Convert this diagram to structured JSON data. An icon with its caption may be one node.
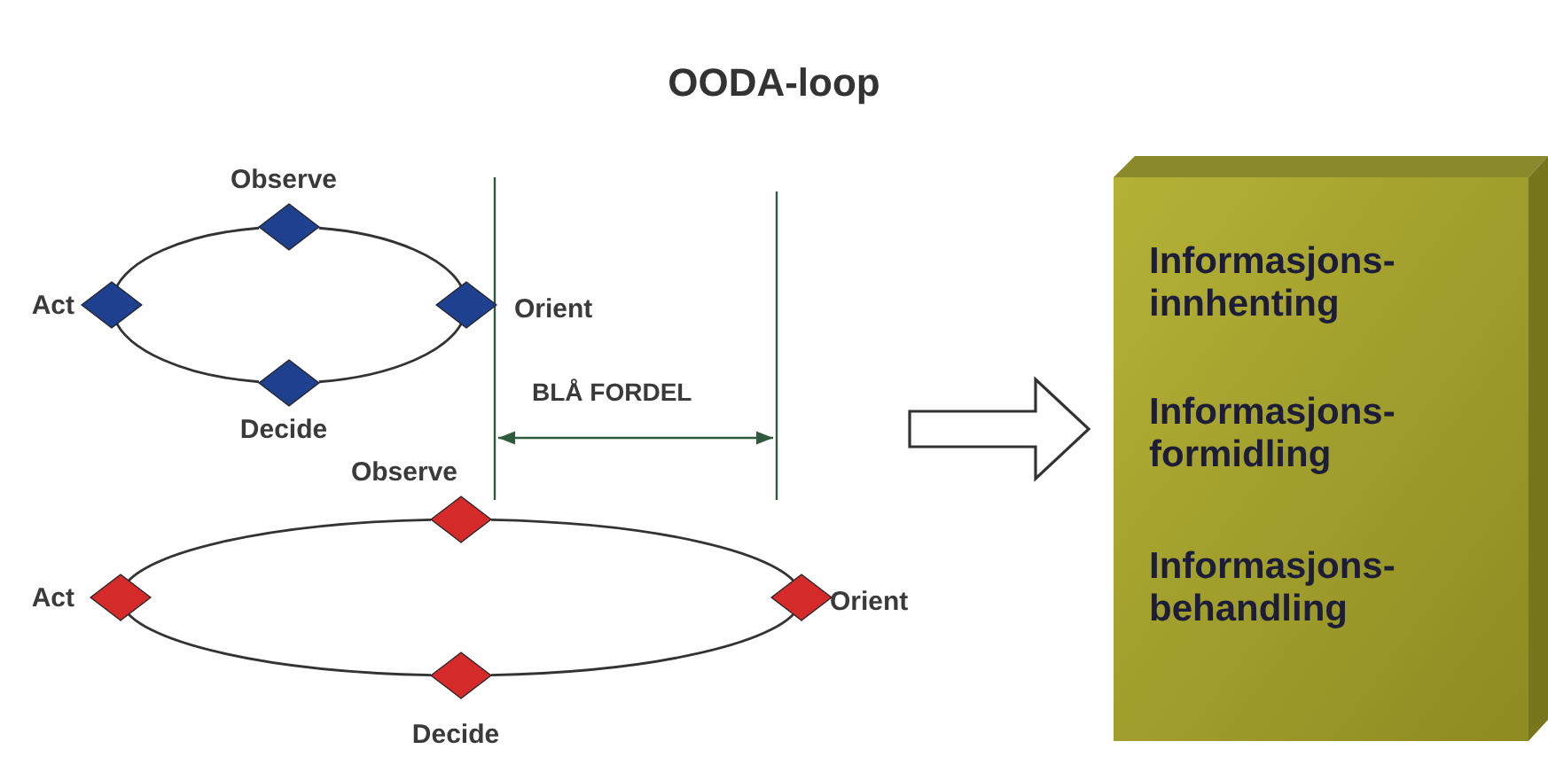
{
  "diagram": {
    "title": "OODA-loop",
    "nodes": [
      {
        "text": [],
        "shape": "diamond",
        "beside": [
          "Observe"
        ]
      },
      {
        "text": [],
        "shape": "diamond",
        "beside": [
          "Act"
        ]
      },
      {
        "text": [],
        "shape": "diamond",
        "beside": [
          "Orient"
        ]
      },
      {
        "text": [],
        "shape": "diamond",
        "beside": [
          "Decide"
        ]
      },
      {
        "text": [],
        "shape": "diamond",
        "beside": [
          "Observe"
        ]
      },
      {
        "text": [],
        "shape": "diamond",
        "beside": [
          "Act"
        ]
      },
      {
        "text": [],
        "shape": "diamond",
        "beside": [
          "Orient"
        ]
      },
      {
        "text": [],
        "shape": "diamond",
        "beside": [
          "Decide"
        ]
      },
      {
        "text": [
          "Informasjons- innhenting",
          "Informasjons- formidling",
          "Informasjons- behandling"
        ]
      }
    ],
    "edges": [
      {
        "from": 0,
        "to": 2,
        "arrow": "none"
      },
      {
        "from": 2,
        "to": 3,
        "arrow": "none"
      },
      {
        "from": 3,
        "to": 1,
        "arrow": "none"
      },
      {
        "from": 1,
        "to": 0,
        "arrow": "none"
      },
      {
        "from": 4,
        "to": 6,
        "arrow": "none"
      },
      {
        "from": 6,
        "to": 7,
        "arrow": "none"
      },
      {
        "from": 7,
        "to": 5,
        "arrow": "none"
      },
      {
        "from": 5,
        "to": 4,
        "arrow": "none"
      },
      {
        "from": null,
        "to": 8,
        "arrow": "to"
      }
    ],
    "labels": [
      "BLÅ FORDEL"
    ]
  }
}
